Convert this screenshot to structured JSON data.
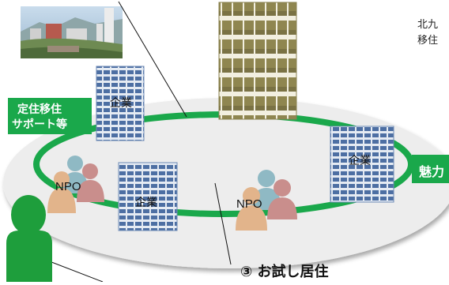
{
  "labels": {
    "support": [
      "定住移住",
      "サポート等"
    ],
    "company": "企業",
    "npo": "NPO",
    "right_badge": "魅力",
    "step": "③ お試し居住",
    "corner_text": [
      "北九",
      "移住"
    ]
  },
  "colors": {
    "ring_green": "#1aa84b",
    "ring_fill": "#ececec",
    "building_blue": "#5b79a8",
    "tower_olive": "#8e8550",
    "person_green": "#1e9e3c",
    "npo_teal": "#8fb9c4",
    "npo_pink": "#c98e8c",
    "npo_orange": "#e2b48b"
  },
  "icons": [
    "city-photo",
    "office-building-icon",
    "tower-building-icon",
    "npo-people-icon",
    "person-silhouette-icon"
  ]
}
